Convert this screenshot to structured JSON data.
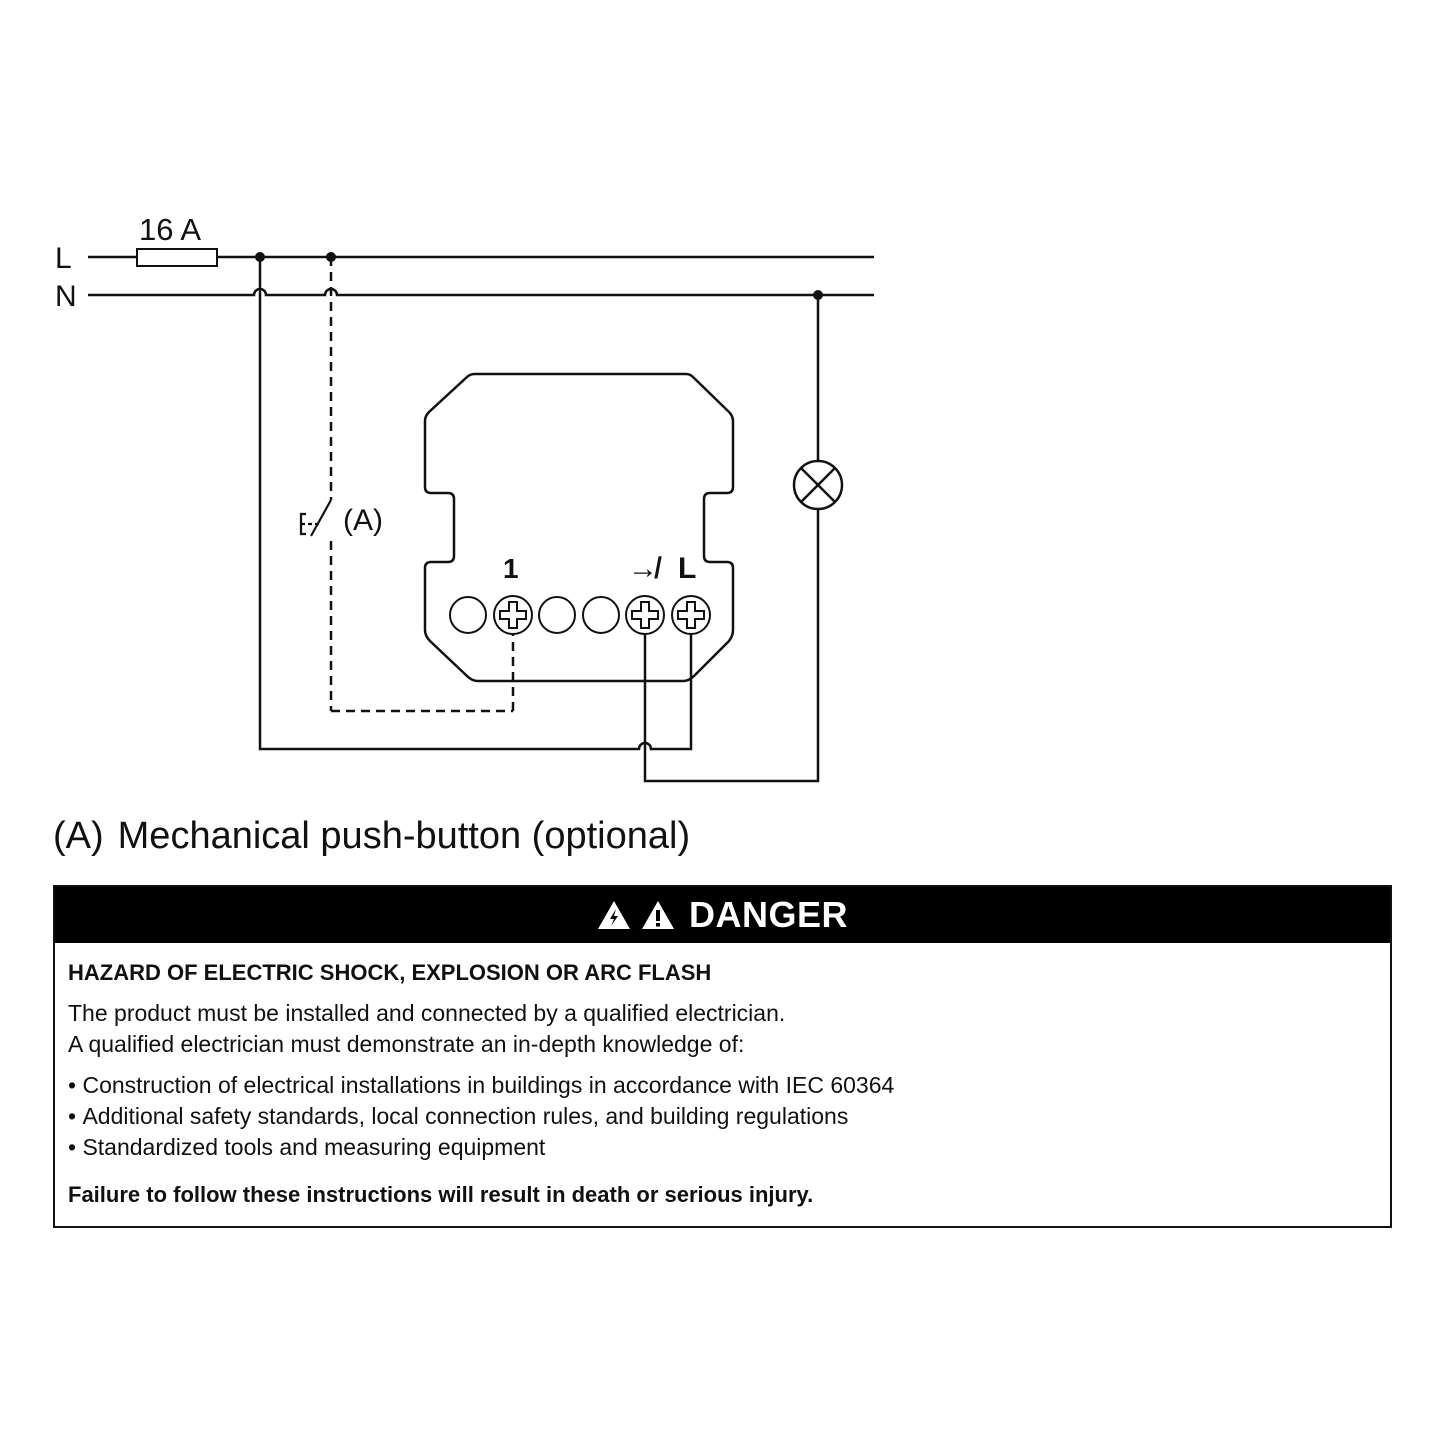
{
  "diagram": {
    "line_label": "L",
    "neutral_label": "N",
    "fuse_rating": "16 A",
    "pushbutton_label": "(A)",
    "terminal_1_label": "1",
    "terminal_switched_label": "↛",
    "terminal_l_label": "L"
  },
  "legend": {
    "marker": "(A)",
    "text": "Mechanical push-button (optional)"
  },
  "danger": {
    "signal_word": "DANGER",
    "hazard_title": "HAZARD OF ELECTRIC SHOCK, EXPLOSION OR ARC FLASH",
    "intro_line_1": "The product must be installed and connected by a qualified electrician.",
    "intro_line_2": "A qualified electrician must demonstrate an in-depth knowledge of:",
    "bullets": [
      "Construction of electrical installations in buildings in accordance with IEC 60364",
      "Additional safety standards, local connection rules, and building regulations",
      "Standardized tools and measuring equipment"
    ],
    "consequence": "Failure to follow these instructions will result in death or serious injury."
  },
  "colors": {
    "ink": "#111111",
    "banner": "#000000",
    "banner_text": "#ffffff"
  },
  "icons": [
    "electric-shock-warning-icon",
    "general-warning-icon",
    "lamp-icon",
    "screw-terminal-icon",
    "fuse-icon",
    "push-button-icon"
  ]
}
